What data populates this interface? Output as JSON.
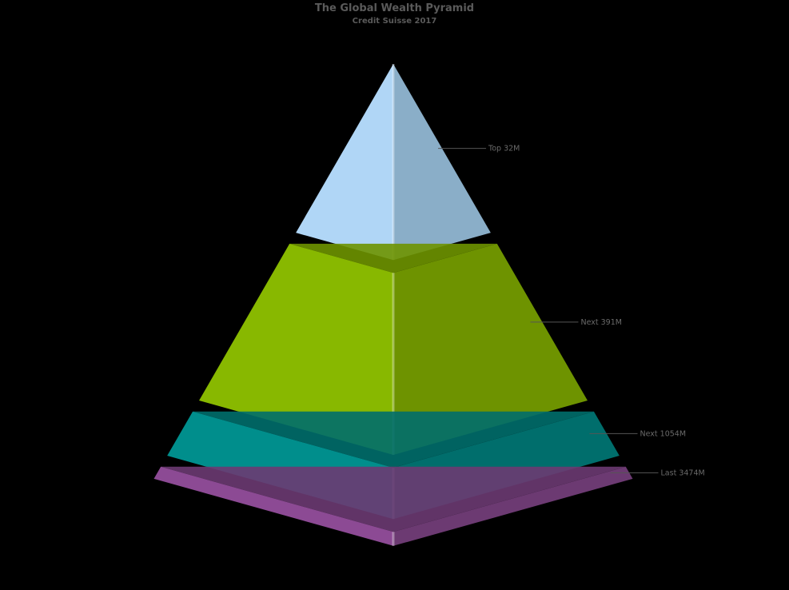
{
  "chart_data": {
    "type": "pyramid",
    "title": "The Global Wealth Pyramid",
    "subtitle": "Credit Suisse 2017",
    "series": [
      {
        "name": "",
        "points": [
          {
            "label": "Top 32M",
            "value": 32,
            "color": "#b0d6f6",
            "shade": "#8aaec8"
          },
          {
            "label": "Next 391M",
            "value": 391,
            "color": "#88b800",
            "shade": "#6e9300"
          },
          {
            "label": "Next 1054M",
            "value": 1054,
            "color": "#008e8c",
            "shade": "#006e6c"
          },
          {
            "label": "Last 3474M",
            "value": 3474,
            "color": "#8c4a94",
            "shade": "#6c3a72"
          }
        ]
      }
    ]
  }
}
